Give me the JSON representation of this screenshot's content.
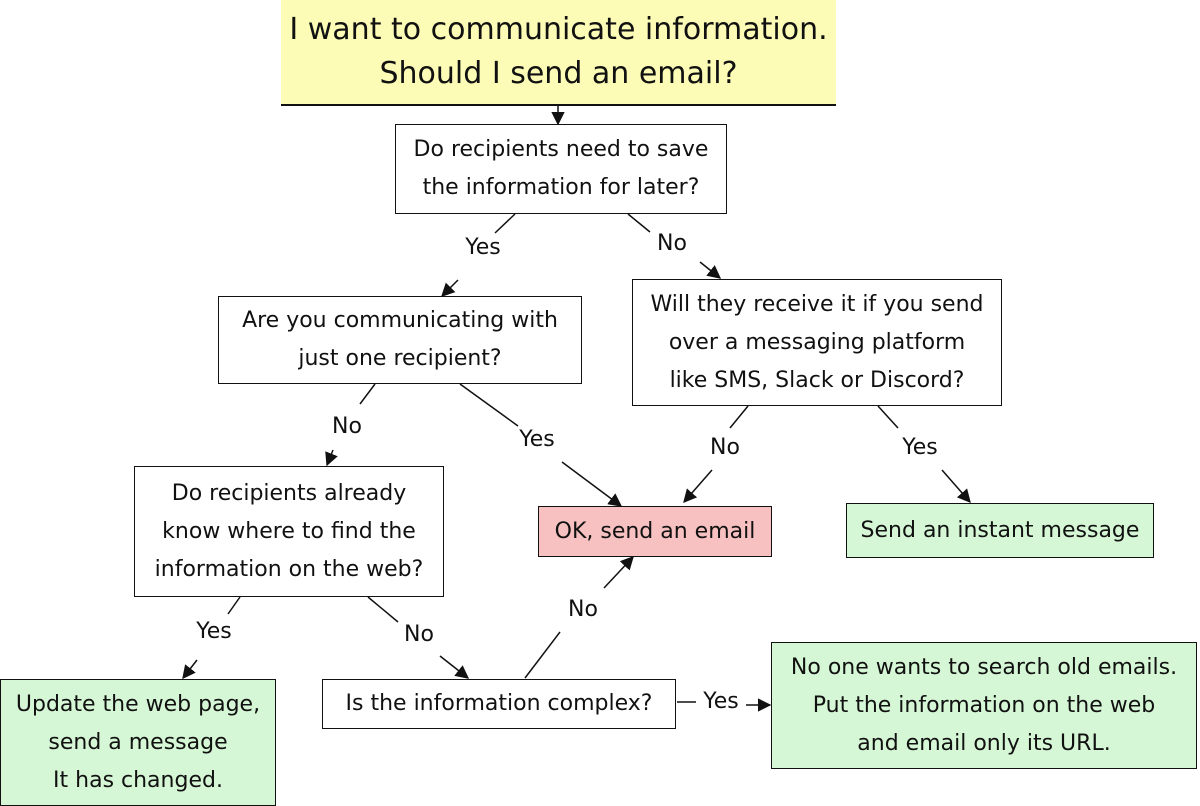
{
  "title": {
    "line1": "I want to communicate information.",
    "line2": "Should I send an email?"
  },
  "nodes": {
    "save_for_later": [
      "Do recipients need to save",
      "the information for later?"
    ],
    "one_recipient": [
      "Are you communicating with",
      "just one recipient?"
    ],
    "messaging_platform": [
      "Will they receive it if you send",
      "over a messaging platform",
      "like SMS, Slack or Discord?"
    ],
    "know_where_web": [
      "Do recipients already",
      "know where to find the",
      "information on the web?"
    ],
    "send_email": [
      "OK, send an email"
    ],
    "instant_message": [
      "Send an instant message"
    ],
    "complex": [
      "Is the information complex?"
    ],
    "update_web": [
      "Update the web page,",
      "send a message",
      "It has changed."
    ],
    "put_on_web": [
      "No one wants to search old emails.",
      "Put the information on the web",
      "and email only its URL."
    ]
  },
  "edge_labels": {
    "save_yes": "Yes",
    "save_no": "No",
    "one_no": "No",
    "one_yes": "Yes",
    "msg_no": "No",
    "msg_yes": "Yes",
    "web_yes": "Yes",
    "web_no": "No",
    "complex_no": "No",
    "complex_yes": "Yes"
  },
  "colors": {
    "title_bg": "#fcfcb7",
    "email_bg": "#f7c1c1",
    "result_bg": "#d6f7d6",
    "line": "#111111"
  }
}
